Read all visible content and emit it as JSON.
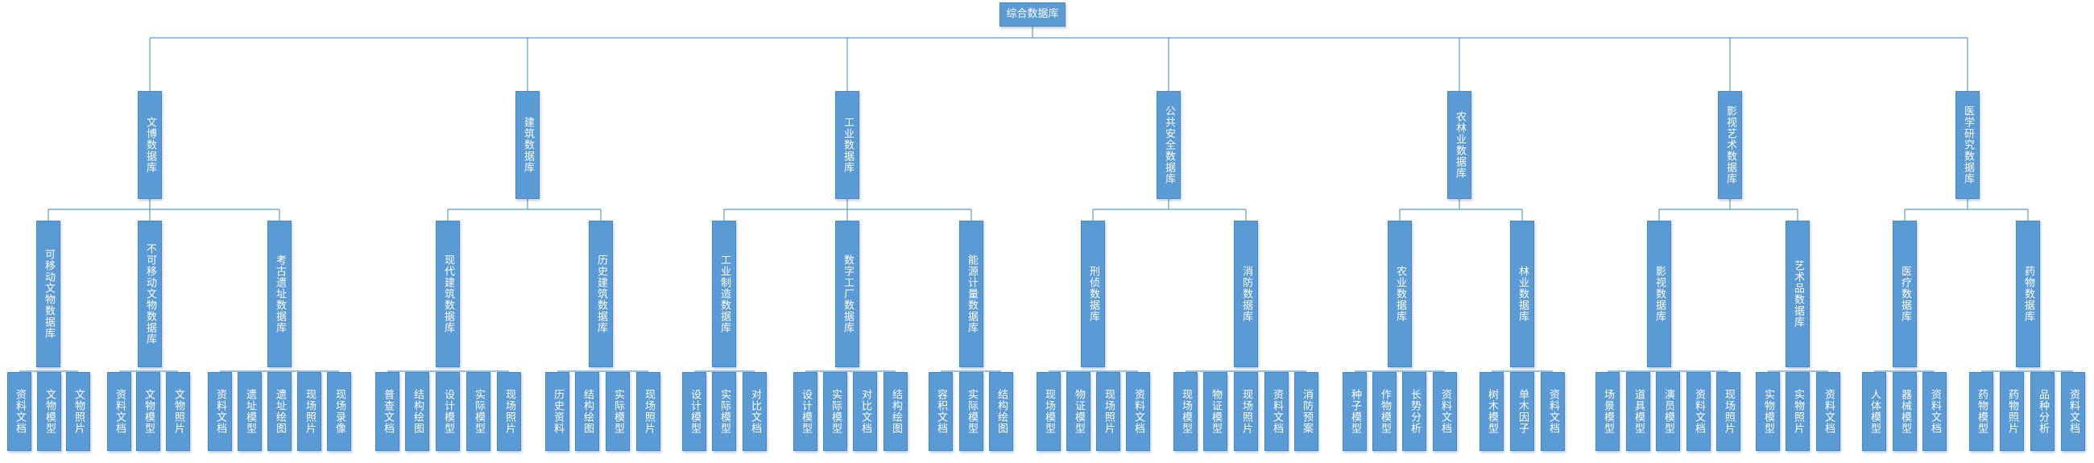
{
  "root": {
    "label": "综合数据库",
    "children": [
      {
        "label": "文博数据库",
        "children": [
          {
            "label": "可移动文物数据库",
            "children": [
              {
                "label": "资料文档"
              },
              {
                "label": "文物模型"
              },
              {
                "label": "文物照片"
              }
            ]
          },
          {
            "label": "不可移动文物数据库",
            "children": [
              {
                "label": "资料文档"
              },
              {
                "label": "文物模型"
              },
              {
                "label": "文物照片"
              }
            ]
          },
          {
            "label": "考古遗址数据库",
            "children": [
              {
                "label": "资料文档"
              },
              {
                "label": "遗址模型"
              },
              {
                "label": "遗址绘图"
              },
              {
                "label": "现场照片"
              },
              {
                "label": "现场录像"
              }
            ]
          }
        ]
      },
      {
        "label": "建筑数据库",
        "children": [
          {
            "label": "现代建筑数据库",
            "children": [
              {
                "label": "普查文档"
              },
              {
                "label": "结构绘图"
              },
              {
                "label": "设计模型"
              },
              {
                "label": "实际模型"
              },
              {
                "label": "现场照片"
              }
            ]
          },
          {
            "label": "历史建筑数据库",
            "children": [
              {
                "label": "历史资料"
              },
              {
                "label": "结构绘图"
              },
              {
                "label": "实际模型"
              },
              {
                "label": "现场照片"
              }
            ]
          }
        ]
      },
      {
        "label": "工业数据库",
        "children": [
          {
            "label": "工业制造数据库",
            "children": [
              {
                "label": "设计模型"
              },
              {
                "label": "实际模型"
              },
              {
                "label": "对比文档"
              }
            ]
          },
          {
            "label": "数字工厂数据库",
            "children": [
              {
                "label": "设计模型"
              },
              {
                "label": "实际模型"
              },
              {
                "label": "对比文档"
              },
              {
                "label": "结构绘图"
              }
            ]
          },
          {
            "label": "能源计量数据库",
            "children": [
              {
                "label": "容积文档"
              },
              {
                "label": "实际模型"
              },
              {
                "label": "结构绘图"
              }
            ]
          }
        ]
      },
      {
        "label": "公共安全数据库",
        "children": [
          {
            "label": "刑侦数据库",
            "children": [
              {
                "label": "现场模型"
              },
              {
                "label": "物证模型"
              },
              {
                "label": "现场照片"
              },
              {
                "label": "资料文档"
              }
            ]
          },
          {
            "label": "消防数据库",
            "children": [
              {
                "label": "现场模型"
              },
              {
                "label": "物证模型"
              },
              {
                "label": "现场照片"
              },
              {
                "label": "资料文档"
              },
              {
                "label": "消防预案"
              }
            ]
          }
        ]
      },
      {
        "label": "农林业数据库",
        "children": [
          {
            "label": "农业数据库",
            "children": [
              {
                "label": "种子模型"
              },
              {
                "label": "作物模型"
              },
              {
                "label": "长势分析"
              },
              {
                "label": "资料文档"
              }
            ]
          },
          {
            "label": "林业数据库",
            "children": [
              {
                "label": "树木模型"
              },
              {
                "label": "单木因子"
              },
              {
                "label": "资料文档"
              }
            ]
          }
        ]
      },
      {
        "label": "影视艺术数据库",
        "children": [
          {
            "label": "影视数据库",
            "children": [
              {
                "label": "场景模型"
              },
              {
                "label": "道具模型"
              },
              {
                "label": "演员模型"
              },
              {
                "label": "资料文档"
              },
              {
                "label": "现场照片"
              }
            ]
          },
          {
            "label": "艺术品数据库",
            "children": [
              {
                "label": "实物模型"
              },
              {
                "label": "实物照片"
              },
              {
                "label": "资料文档"
              }
            ]
          }
        ]
      },
      {
        "label": "医学研究数据库",
        "children": [
          {
            "label": "医疗数据库",
            "children": [
              {
                "label": "人体模型"
              },
              {
                "label": "器械模型"
              },
              {
                "label": "资料文档"
              }
            ]
          },
          {
            "label": "药物数据库",
            "children": [
              {
                "label": "药物模型"
              },
              {
                "label": "药物照片"
              },
              {
                "label": "品种分析"
              },
              {
                "label": "资料文档"
              }
            ]
          }
        ]
      }
    ]
  },
  "colors": {
    "box": "#5b9bd5",
    "box_border": "#4a88c2",
    "line": "#5b9bd5",
    "text": "#ffffff"
  }
}
